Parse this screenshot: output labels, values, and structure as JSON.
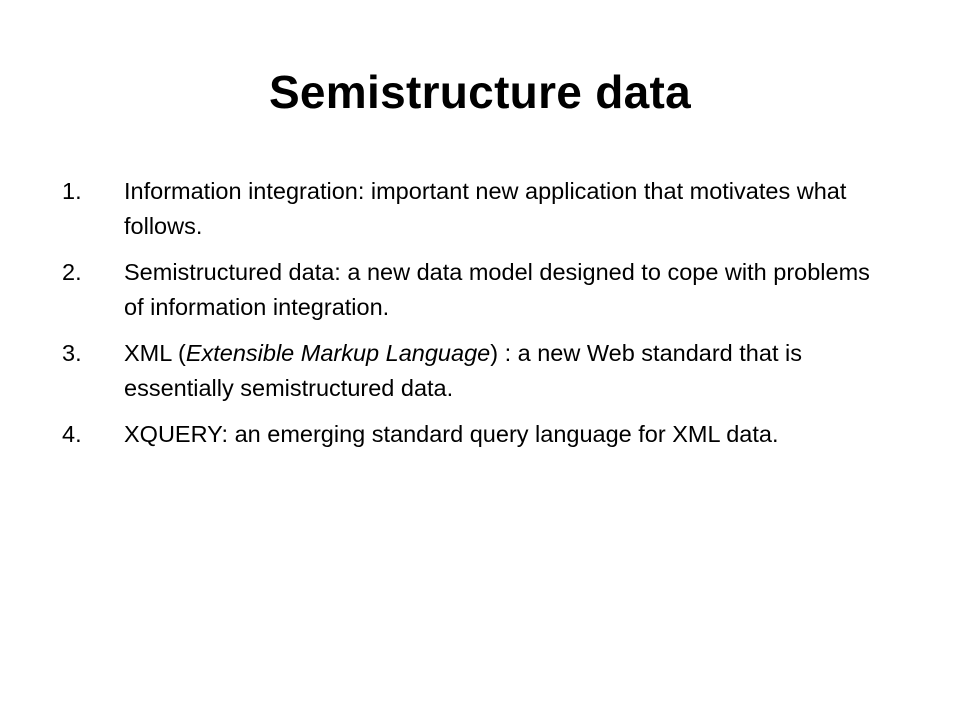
{
  "slide": {
    "title": "Semistructure data",
    "items": [
      {
        "number": "1.",
        "text": "Information integration: important new application that motivates what follows."
      },
      {
        "number": "2.",
        "text": "Semistructured data: a new data model designed to cope with problems of information integration."
      },
      {
        "number": "3.",
        "text_before": "XML (",
        "text_italic": "Extensible Markup Language",
        "text_after": ") : a new Web standard that is essentially semistructured data."
      },
      {
        "number": "4.",
        "text": "XQUERY: an emerging standard query language for XML data."
      }
    ]
  }
}
